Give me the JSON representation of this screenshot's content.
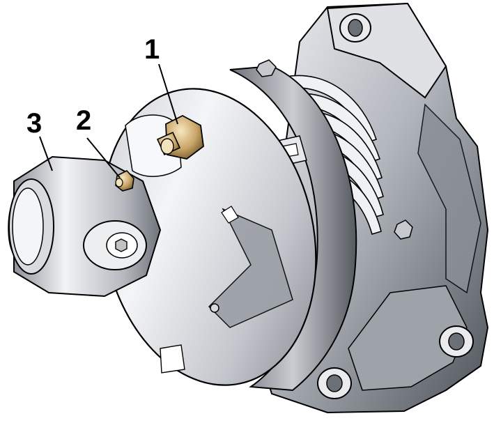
{
  "callouts": [
    {
      "number": "1"
    },
    {
      "number": "2"
    },
    {
      "number": "3"
    }
  ],
  "colors": {
    "ink": "#000000",
    "metal_dark": "#5c5f66",
    "metal_mid": "#9a9ea6",
    "metal_light": "#d6d8dc",
    "metal_highlight": "#f4f5f7",
    "terminal_brass": "#c9a567"
  }
}
